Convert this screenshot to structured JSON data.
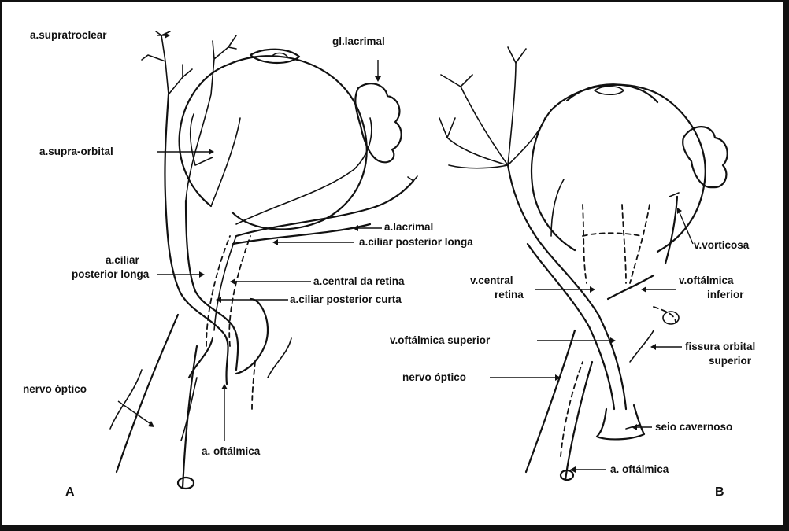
{
  "panel_a": {
    "letter": "A",
    "labels": {
      "supratroclear": "a.supratroclear",
      "lacrimal_gland": "gl.lacrimal",
      "supra_orbital": "a.supra-orbital",
      "lacrimal": "a.lacrimal",
      "ciliar_post_longa_right": "a.ciliar posterior longa",
      "ciliar_left_1": "a.ciliar",
      "ciliar_left_2": "posterior longa",
      "central_retina": "a.central da retina",
      "ciliar_post_curta": "a.ciliar posterior curta",
      "nervo_optico": "nervo óptico",
      "oftalmica": "a. oftálmica"
    }
  },
  "panel_b": {
    "letter": "B",
    "labels": {
      "vorticosa": "v.vorticosa",
      "central_retina_1": "v.central",
      "central_retina_2": "retina",
      "oftalmica_inferior_1": "v.oftálmica",
      "oftalmica_inferior_2": "inferior",
      "oftalmica_superior": "v.oftálmica superior",
      "fissura_1": "fissura orbital",
      "fissura_2": "superior",
      "nervo_optico": "nervo óptico",
      "seio_cavernoso": "seio cavernoso",
      "oftalmica": "a. oftálmica"
    }
  }
}
